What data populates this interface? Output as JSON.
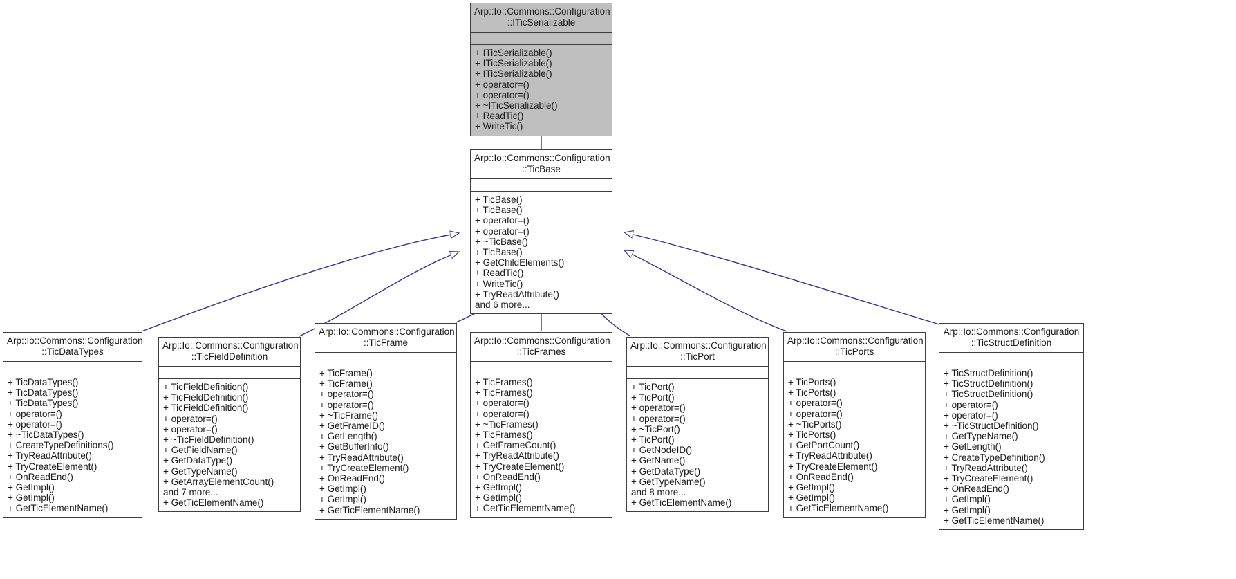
{
  "diagram": {
    "kind": "uml-inheritance-diagram",
    "title": "Arp::Io::Commons::Configuration::ITicSerializable inheritance graph",
    "colors": {
      "node_fill": "#ffffff",
      "root_fill": "#bfbfbf",
      "node_border": "#3f3f3f",
      "edge": "#36357f",
      "text": "#1a1a1a",
      "background": "#ffffff"
    },
    "nodes": [
      {
        "id": "iticserializable",
        "namespace": "Arp::Io::Commons::Configuration",
        "name": "::ITicSerializable",
        "title": "Arp::Io::Commons::Configuration\n::ITicSerializable",
        "is_root": true,
        "attributes": [],
        "methods": [
          "+ ITicSerializable()",
          "+ ITicSerializable()",
          "+ ITicSerializable()",
          "+ operator=()",
          "+ operator=()",
          "+ ~ITicSerializable()",
          "+ ReadTic()",
          "+ WriteTic()"
        ]
      },
      {
        "id": "ticbase",
        "namespace": "Arp::Io::Commons::Configuration",
        "name": "::TicBase",
        "title": "Arp::Io::Commons::Configuration\n::TicBase",
        "is_root": false,
        "attributes": [],
        "methods": [
          "+ TicBase()",
          "+ TicBase()",
          "+ operator=()",
          "+ operator=()",
          "+ ~TicBase()",
          "+ TicBase()",
          "+ GetChildElements()",
          "+ ReadTic()",
          "+ WriteTic()",
          "+ TryReadAttribute()",
          "and 6 more..."
        ]
      },
      {
        "id": "ticdatatypes",
        "namespace": "Arp::Io::Commons::Configuration",
        "name": "::TicDataTypes",
        "title": "Arp::Io::Commons::Configuration\n::TicDataTypes",
        "is_root": false,
        "attributes": [],
        "methods": [
          "+ TicDataTypes()",
          "+ TicDataTypes()",
          "+ TicDataTypes()",
          "+ operator=()",
          "+ operator=()",
          "+ ~TicDataTypes()",
          "+ CreateTypeDefinitions()",
          "+ TryReadAttribute()",
          "+ TryCreateElement()",
          "+ OnReadEnd()",
          "+ GetImpl()",
          "+ GetImpl()",
          "+ GetTicElementName()"
        ]
      },
      {
        "id": "ticfielddefinition",
        "namespace": "Arp::Io::Commons::Configuration",
        "name": "::TicFieldDefinition",
        "title": "Arp::Io::Commons::Configuration\n::TicFieldDefinition",
        "is_root": false,
        "attributes": [],
        "methods": [
          "+ TicFieldDefinition()",
          "+ TicFieldDefinition()",
          "+ TicFieldDefinition()",
          "+ operator=()",
          "+ operator=()",
          "+ ~TicFieldDefinition()",
          "+ GetFieldName()",
          "+ GetDataType()",
          "+ GetTypeName()",
          "+ GetArrayElementCount()",
          "and 7 more...",
          "+ GetTicElementName()"
        ]
      },
      {
        "id": "ticframe",
        "namespace": "Arp::Io::Commons::Configuration",
        "name": "::TicFrame",
        "title": "Arp::Io::Commons::Configuration\n::TicFrame",
        "is_root": false,
        "attributes": [],
        "methods": [
          "+ TicFrame()",
          "+ TicFrame()",
          "+ operator=()",
          "+ operator=()",
          "+ ~TicFrame()",
          "+ GetFrameID()",
          "+ GetLength()",
          "+ GetBufferInfo()",
          "+ TryReadAttribute()",
          "+ TryCreateElement()",
          "+ OnReadEnd()",
          "+ GetImpl()",
          "+ GetImpl()",
          "+ GetTicElementName()"
        ]
      },
      {
        "id": "ticframes",
        "namespace": "Arp::Io::Commons::Configuration",
        "name": "::TicFrames",
        "title": "Arp::Io::Commons::Configuration\n::TicFrames",
        "is_root": false,
        "attributes": [],
        "methods": [
          "+ TicFrames()",
          "+ TicFrames()",
          "+ operator=()",
          "+ operator=()",
          "+ ~TicFrames()",
          "+ TicFrames()",
          "+ GetFrameCount()",
          "+ TryReadAttribute()",
          "+ TryCreateElement()",
          "+ OnReadEnd()",
          "+ GetImpl()",
          "+ GetImpl()",
          "+ GetTicElementName()"
        ]
      },
      {
        "id": "ticport",
        "namespace": "Arp::Io::Commons::Configuration",
        "name": "::TicPort",
        "title": "Arp::Io::Commons::Configuration\n::TicPort",
        "is_root": false,
        "attributes": [],
        "methods": [
          "+ TicPort()",
          "+ TicPort()",
          "+ operator=()",
          "+ operator=()",
          "+ ~TicPort()",
          "+ TicPort()",
          "+ GetNodeID()",
          "+ GetName()",
          "+ GetDataType()",
          "+ GetTypeName()",
          "and 8 more...",
          "+ GetTicElementName()"
        ]
      },
      {
        "id": "ticports",
        "namespace": "Arp::Io::Commons::Configuration",
        "name": "::TicPorts",
        "title": "Arp::Io::Commons::Configuration\n::TicPorts",
        "is_root": false,
        "attributes": [],
        "methods": [
          "+ TicPorts()",
          "+ TicPorts()",
          "+ operator=()",
          "+ operator=()",
          "+ ~TicPorts()",
          "+ TicPorts()",
          "+ GetPortCount()",
          "+ TryReadAttribute()",
          "+ TryCreateElement()",
          "+ OnReadEnd()",
          "+ GetImpl()",
          "+ GetImpl()",
          "+ GetTicElementName()"
        ]
      },
      {
        "id": "ticstructdefinition",
        "namespace": "Arp::Io::Commons::Configuration",
        "name": "::TicStructDefinition",
        "title": "Arp::Io::Commons::Configuration\n::TicStructDefinition",
        "is_root": false,
        "attributes": [],
        "methods": [
          "+ TicStructDefinition()",
          "+ TicStructDefinition()",
          "+ TicStructDefinition()",
          "+ operator=()",
          "+ operator=()",
          "+ ~TicStructDefinition()",
          "+ GetTypeName()",
          "+ GetLength()",
          "+ CreateTypeDefinition()",
          "+ TryReadAttribute()",
          "+ TryCreateElement()",
          "+ OnReadEnd()",
          "+ GetImpl()",
          "+ GetImpl()",
          "+ GetTicElementName()"
        ]
      }
    ],
    "edges": [
      {
        "from": "ticbase",
        "to": "iticserializable",
        "relation": "inheritance"
      },
      {
        "from": "ticdatatypes",
        "to": "ticbase",
        "relation": "inheritance"
      },
      {
        "from": "ticfielddefinition",
        "to": "ticbase",
        "relation": "inheritance"
      },
      {
        "from": "ticframe",
        "to": "ticbase",
        "relation": "inheritance"
      },
      {
        "from": "ticframes",
        "to": "ticbase",
        "relation": "inheritance"
      },
      {
        "from": "ticport",
        "to": "ticbase",
        "relation": "inheritance"
      },
      {
        "from": "ticports",
        "to": "ticbase",
        "relation": "inheritance"
      },
      {
        "from": "ticstructdefinition",
        "to": "ticbase",
        "relation": "inheritance"
      }
    ]
  }
}
